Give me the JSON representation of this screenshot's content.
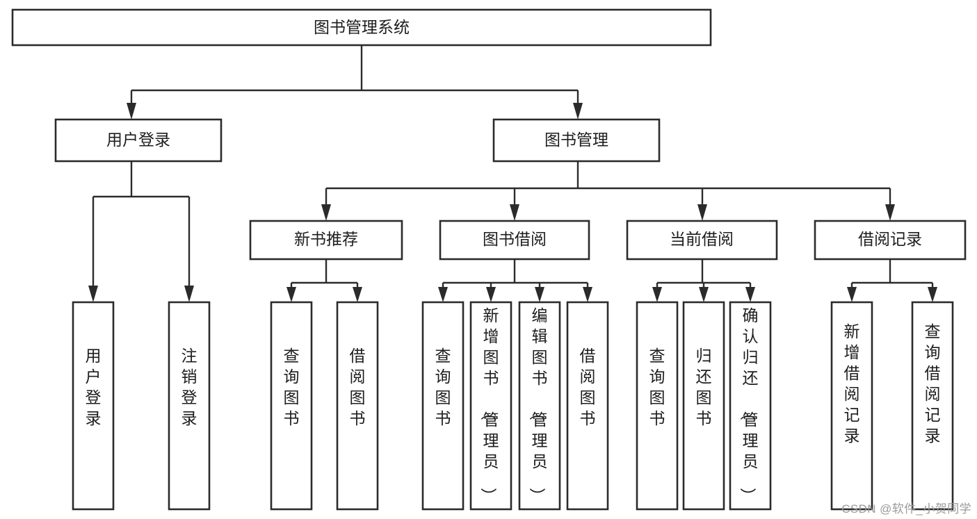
{
  "diagram": {
    "type": "tree-hierarchy-chart",
    "title": "图书管理系统",
    "watermark": "CSDN @软件_小贺同学",
    "colors": {
      "box_stroke": "#2b2b2b",
      "box_fill": "#ffffff",
      "text": "#1d1d1d",
      "background": "#ffffff",
      "watermark": "#9a9a9a"
    },
    "root": {
      "label": "图书管理系统"
    },
    "level1": [
      {
        "label": "用户登录"
      },
      {
        "label": "图书管理"
      }
    ],
    "level2": [
      {
        "label": "新书推荐"
      },
      {
        "label": "图书借阅"
      },
      {
        "label": "当前借阅"
      },
      {
        "label": "借阅记录"
      }
    ],
    "leaves": {
      "user_login": [
        {
          "label": "用户登录"
        },
        {
          "label": "注销登录"
        }
      ],
      "new_book_recommend": [
        {
          "label": "查询图书"
        },
        {
          "label": "借阅图书"
        }
      ],
      "book_borrow": [
        {
          "label": "查询图书"
        },
        {
          "label": "新增图书（管理员）"
        },
        {
          "label": "编辑图书（管理员）"
        },
        {
          "label": "借阅图书"
        }
      ],
      "current_borrow": [
        {
          "label": "查询图书"
        },
        {
          "label": "归还图书"
        },
        {
          "label": "确认归还（管理员）"
        }
      ],
      "borrow_record": [
        {
          "label": "新增借阅记录"
        },
        {
          "label": "查询借阅记录"
        }
      ]
    }
  }
}
